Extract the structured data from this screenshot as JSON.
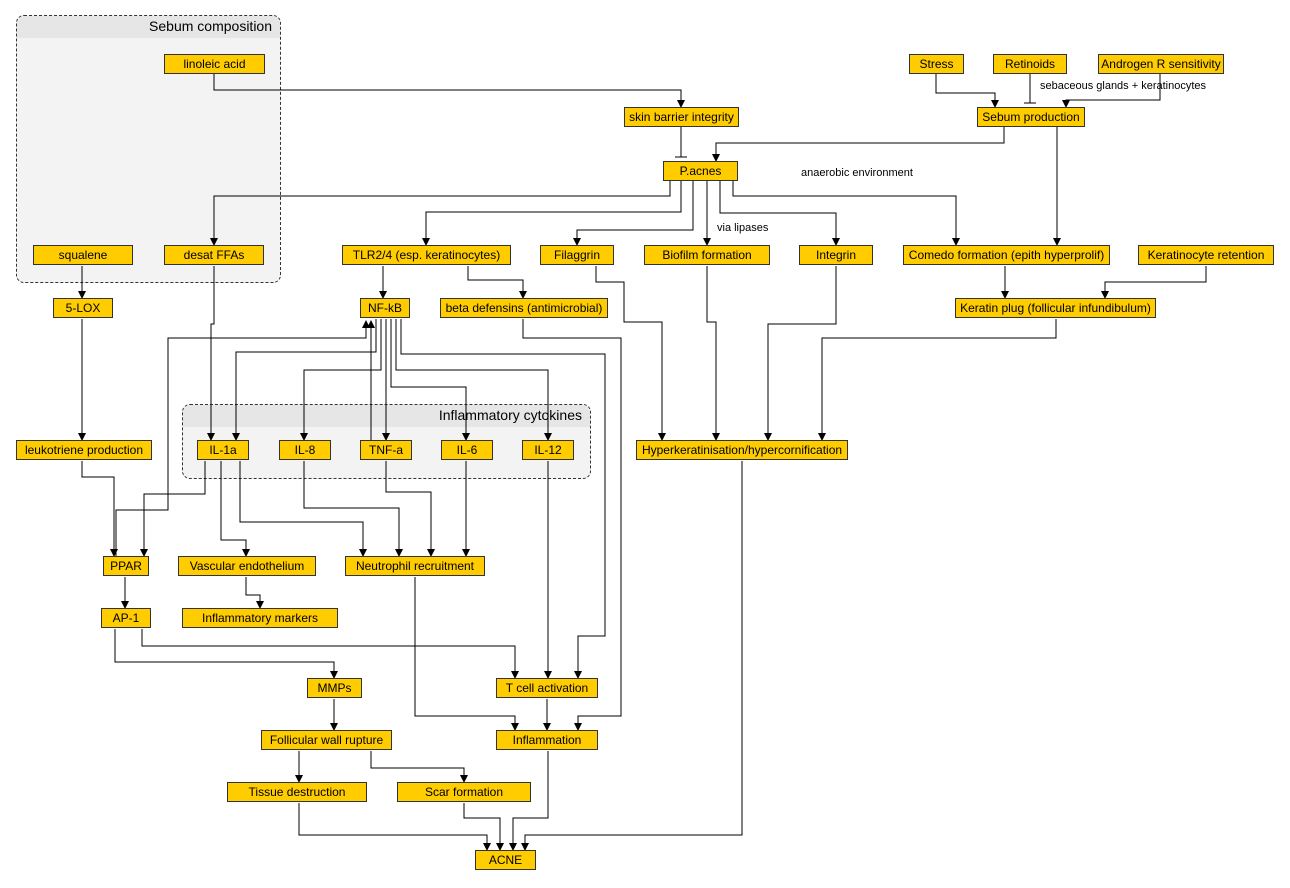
{
  "groups": {
    "sebum": "Sebum composition",
    "cytokines": "Inflammatory cytokines"
  },
  "nodes": {
    "linoleic": "linoleic acid",
    "stress": "Stress",
    "retinoids": "Retinoids",
    "androgen": "Androgen R sensitivity",
    "skin_barrier": "skin barrier integrity",
    "sebum_prod": "Sebum production",
    "pacnes": "P.acnes",
    "squalene": "squalene",
    "desat": "desat FFAs",
    "tlr": "TLR2/4 (esp. keratinocytes)",
    "filaggrin": "Filaggrin",
    "biofilm": "Biofilm formation",
    "integrin": "Integrin",
    "comedo": "Comedo formation (epith hyperprolif)",
    "ker_ret": "Keratinocyte retention",
    "lox": "5-LOX",
    "nfkb": "NF-kB",
    "beta_def": "beta defensins (antimicrobial)",
    "ker_plug": "Keratin plug (follicular infundibulum)",
    "leuko": "leukotriene production",
    "il1a": "IL-1a",
    "il8": "IL-8",
    "tnfa": "TNF-a",
    "il6": "IL-6",
    "il12": "IL-12",
    "hyperker": "Hyperkeratinisation/hypercornification",
    "ppar": "PPAR",
    "vasc": "Vascular endothelium",
    "neutro": "Neutrophil recruitment",
    "ap1": "AP-1",
    "inflam_markers": "Inflammatory markers",
    "mmps": "MMPs",
    "tcell": "T cell activation",
    "follicular": "Follicular wall rupture",
    "inflammation": "Inflammation",
    "tissue": "Tissue destruction",
    "scar": "Scar formation",
    "acne": "ACNE"
  },
  "notes": {
    "sebaceous": "sebaceous glands + keratinocytes",
    "anaerobic": "anaerobic environment",
    "lipases": "via lipases"
  },
  "colors": {
    "node_fill": "#ffcc00",
    "group_fill": "#f3f3f3"
  }
}
